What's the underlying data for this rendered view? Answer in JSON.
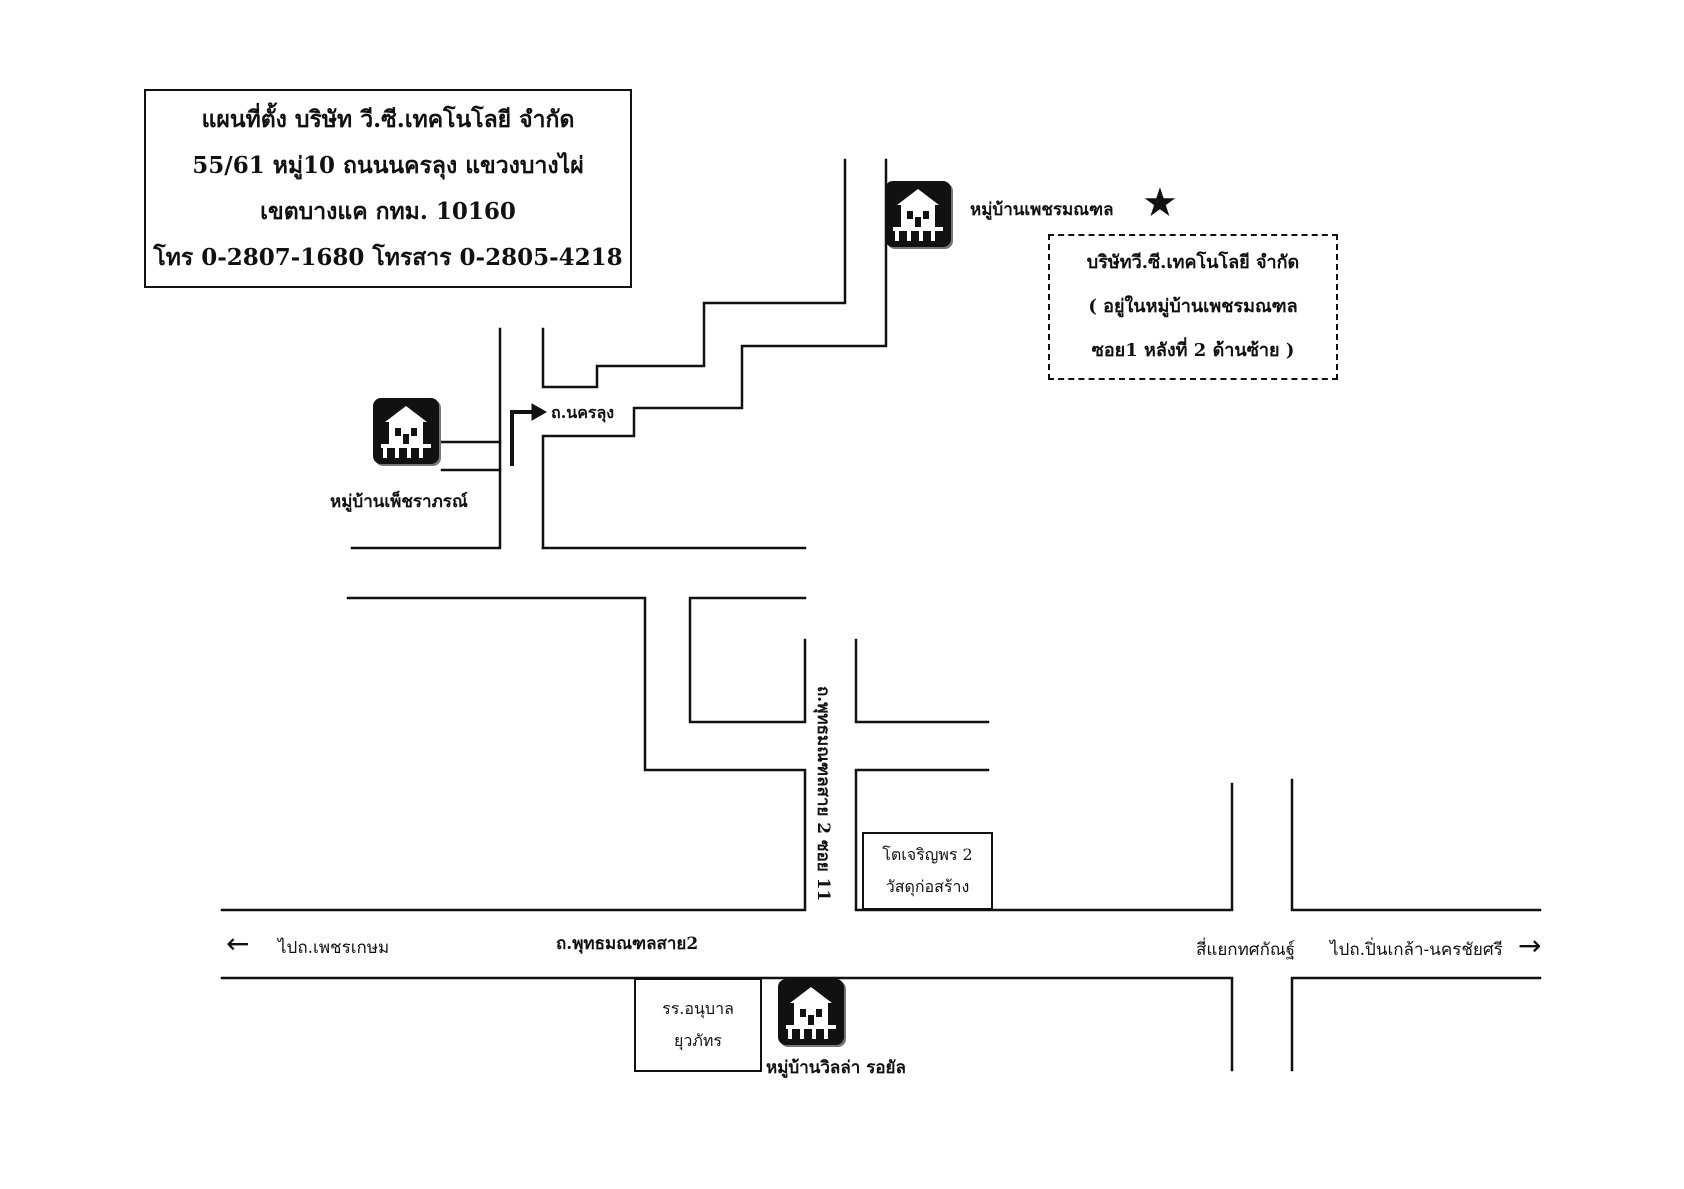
{
  "title_box": {
    "line1": "แผนที่ตั้ง บริษัท วี.ซี.เทคโนโลยี จำกัด",
    "line2": "55/61  หมู่10  ถนนนครลุง แขวงบางไผ่",
    "line3": "เขตบางแค กทม. 10160",
    "line4": "โทร 0-2807-1680   โทรสาร 0-2805-4218"
  },
  "company_box": {
    "line1": "บริษัทวี.ซี.เทคโนโลยี จำกัด",
    "line2": "( อยู่ในหมู่บ้านเพชรมณฑล",
    "line3": "ซอย1 หลังที่ 2 ด้านซ้าย )"
  },
  "landmarks": {
    "village_phetmonthon": "หมู่บ้านเพชรมณฑล",
    "village_phetcharat": "หมู่บ้านเพ็ชราภรณ์",
    "village_villa_royal": "หมู่บ้านวิลล่า รอยัล",
    "shop_line1": "โตเจริญพร 2",
    "shop_line2": "วัสดุก่อสร้าง",
    "school_line1": "รร.อนุบาล",
    "school_line2": "ยุวภัทร"
  },
  "roads": {
    "nakhon_lung": "ถ.นครลุง",
    "phutthamonthon_main": "ถ.พุทธมณฑลสาย2",
    "phutthamonthon_soi": "ถ.พุทธมณฑลสาย 2 ซอย 11",
    "to_phetkasem": "ไปถ.เพชรเกษม",
    "intersection": "สี่แยกทศกัณฐ์",
    "to_pinklao": "ไปถ.ปิ่นเกล้า-นครชัยศรี"
  },
  "icons": {
    "destination": "star-icon",
    "village": "house-icon",
    "arrow_left": "arrow-left-icon",
    "arrow_right": "arrow-right-icon",
    "turn_arrow": "turn-right-arrow-icon"
  }
}
